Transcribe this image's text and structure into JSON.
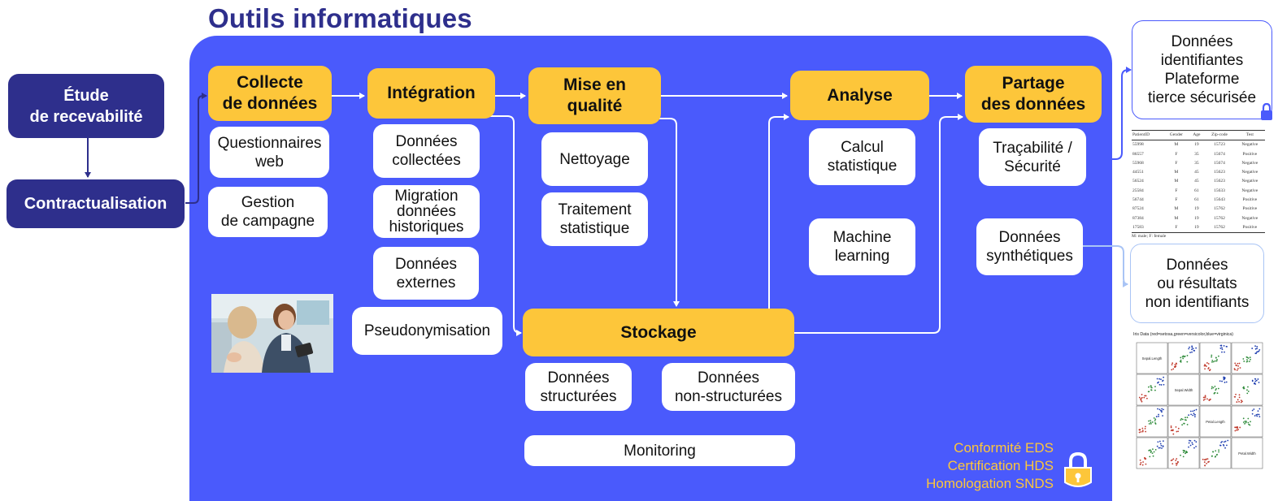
{
  "title": "Outils informatiques",
  "left": {
    "study": "Étude\nde recevabilité",
    "contract": "Contractualisation"
  },
  "stages": {
    "collecte": "Collecte\nde données",
    "integration": "Intégration",
    "qualite": "Mise en\nqualité",
    "analyse": "Analyse",
    "partage": "Partage\ndes données",
    "stockage": "Stockage"
  },
  "collecte_items": [
    "Questionnaires\nweb",
    "Gestion\nde campagne"
  ],
  "integration_items": [
    "Données\ncollectées",
    "Migration\ndonnées\nhistoriques",
    "Données\nexternes",
    "Pseudonymisation"
  ],
  "qualite_items": [
    "Nettoyage",
    "Traitement\nstatistique"
  ],
  "analyse_items": [
    "Calcul\nstatistique",
    "Machine\nlearning"
  ],
  "partage_items": [
    "Traçabilité /\nSécurité",
    "Données\nsynthétiques"
  ],
  "stockage_items": [
    "Données\nstructurées",
    "Données\nnon-structurées"
  ],
  "monitoring": "Monitoring",
  "compliance": [
    "Conformité EDS",
    "Certification HDS",
    "Homologation SNDS"
  ],
  "outputs": {
    "identifying": "Données\nidentifiantes\nPlateforme\ntierce sécurisée",
    "non_identifying": "Données\nou résultats\nnon identifiants"
  },
  "table_thumb": {
    "headers": [
      "PatientID",
      "Gender",
      "Age",
      "Zip-code",
      "Test"
    ],
    "rows": [
      [
        "55998",
        "M",
        "19",
        "15723",
        "Negative"
      ],
      [
        "86557",
        "F",
        "35",
        "15674",
        "Positive"
      ],
      [
        "55968",
        "F",
        "35",
        "15674",
        "Negative"
      ],
      [
        "44551",
        "M",
        "45",
        "15623",
        "Negative"
      ],
      [
        "56524",
        "M",
        "45",
        "15623",
        "Negative"
      ],
      [
        "25584",
        "F",
        "61",
        "15633",
        "Negative"
      ],
      [
        "56744",
        "F",
        "61",
        "15643",
        "Positive"
      ],
      [
        "87524",
        "M",
        "19",
        "15762",
        "Positive"
      ],
      [
        "87384",
        "M",
        "19",
        "15762",
        "Negative"
      ],
      [
        "17583",
        "F",
        "19",
        "15762",
        "Positive"
      ]
    ],
    "footnote": "M: male; F: female"
  },
  "scatter_thumb": {
    "title": "Iris Data (red=setosa,green=versicolor,blue=virginica)",
    "variables": [
      "Sepal.Length",
      "Sepal.Width",
      "Petal.Length",
      "Petal.Width"
    ]
  },
  "colors": {
    "panel": "#4a5afc",
    "stage": "#fdc63a",
    "dark": "#2e2f8c",
    "white": "#ffffff"
  }
}
